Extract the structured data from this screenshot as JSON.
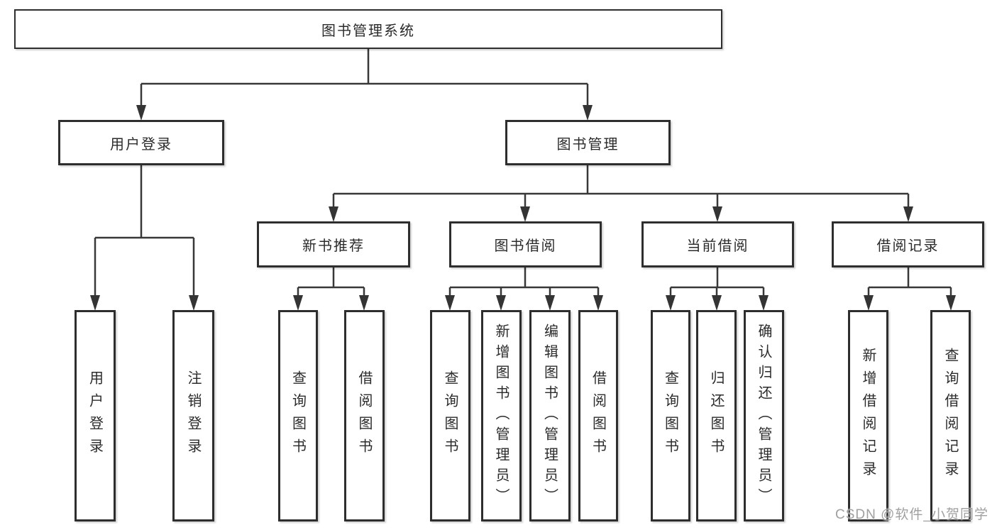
{
  "diagram": {
    "root": {
      "label": "图书管理系统"
    },
    "branches": [
      {
        "label": "用户登录",
        "children": [
          {
            "label": "用户登录"
          },
          {
            "label": "注销登录"
          }
        ]
      },
      {
        "label": "图书管理",
        "children": [
          {
            "label": "新书推荐",
            "children": [
              {
                "label": "查询图书"
              },
              {
                "label": "借阅图书"
              }
            ]
          },
          {
            "label": "图书借阅",
            "children": [
              {
                "label": "查询图书"
              },
              {
                "label": "新增图书（管理员）"
              },
              {
                "label": "编辑图书（管理员）"
              },
              {
                "label": "借阅图书"
              }
            ]
          },
          {
            "label": "当前借阅",
            "children": [
              {
                "label": "查询图书"
              },
              {
                "label": "归还图书"
              },
              {
                "label": "确认归还（管理员）"
              }
            ]
          },
          {
            "label": "借阅记录",
            "children": [
              {
                "label": "新增借阅记录"
              },
              {
                "label": "查询借阅记录"
              }
            ]
          }
        ]
      }
    ]
  },
  "watermark": {
    "text": "CSDN @软件_小贺同学"
  },
  "colors": {
    "line": "#383838",
    "box_border": "#2e2e2e",
    "text": "#2b2b2b",
    "watermark_text": "#a0a0a0",
    "background": "#ffffff"
  }
}
